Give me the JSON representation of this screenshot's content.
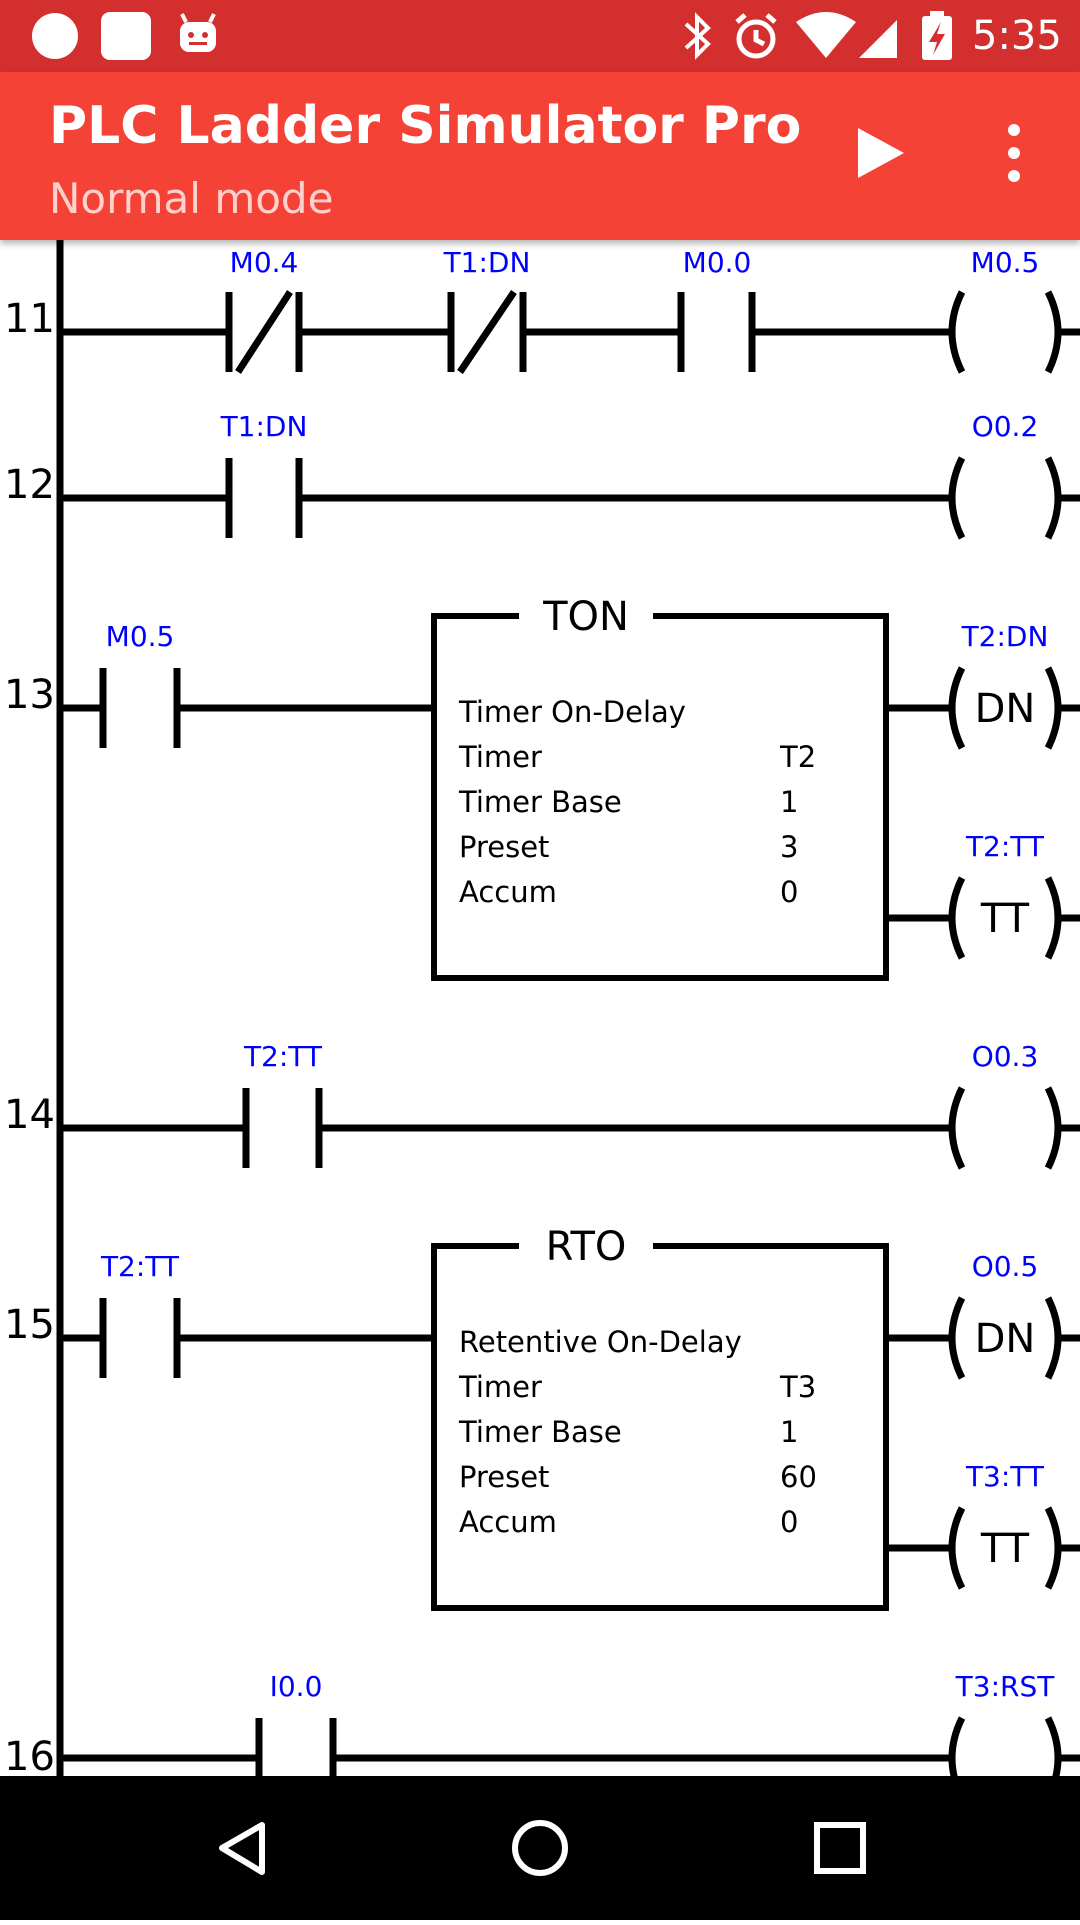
{
  "status_bar": {
    "time": "5:35",
    "left_icons": [
      "circle-notification-icon",
      "square-notification-icon",
      "android-debug-icon"
    ],
    "right_icons": [
      "bluetooth-icon",
      "alarm-icon",
      "wifi-icon",
      "cell-signal-icon",
      "battery-charging-icon"
    ]
  },
  "app_bar": {
    "title": "PLC Ladder Simulator Pro",
    "subtitle": "Normal mode",
    "actions": [
      "play-icon",
      "overflow-menu-icon"
    ]
  },
  "colors": {
    "status_bar": "#d32f2f",
    "app_bar": "#f44336",
    "tag_label": "#0000ff",
    "ladder_ink": "#000000",
    "nav_bar": "#000000"
  },
  "rungs": [
    {
      "number": "11",
      "contacts": [
        {
          "tag": "M0.4",
          "type": "normally-closed"
        },
        {
          "tag": "T1:DN",
          "type": "normally-closed"
        },
        {
          "tag": "M0.0",
          "type": "normally-open"
        }
      ],
      "coils": [
        {
          "tag": "M0.5",
          "text": ""
        }
      ]
    },
    {
      "number": "12",
      "contacts": [
        {
          "tag": "T1:DN",
          "type": "normally-open"
        }
      ],
      "coils": [
        {
          "tag": "O0.2",
          "text": ""
        }
      ]
    },
    {
      "number": "13",
      "contacts": [
        {
          "tag": "M0.5",
          "type": "normally-open"
        }
      ],
      "block": {
        "title": "TON",
        "description": "Timer On-Delay",
        "rows": [
          {
            "label": "Timer",
            "value": "T2"
          },
          {
            "label": "Timer Base",
            "value": "1"
          },
          {
            "label": "Preset",
            "value": "3"
          },
          {
            "label": "Accum",
            "value": "0"
          }
        ]
      },
      "coils": [
        {
          "tag": "T2:DN",
          "text": "DN"
        },
        {
          "tag": "T2:TT",
          "text": "TT"
        }
      ]
    },
    {
      "number": "14",
      "contacts": [
        {
          "tag": "T2:TT",
          "type": "normally-open"
        }
      ],
      "coils": [
        {
          "tag": "O0.3",
          "text": ""
        }
      ]
    },
    {
      "number": "15",
      "contacts": [
        {
          "tag": "T2:TT",
          "type": "normally-open"
        }
      ],
      "block": {
        "title": "RTO",
        "description": "Retentive On-Delay",
        "rows": [
          {
            "label": "Timer",
            "value": "T3"
          },
          {
            "label": "Timer Base",
            "value": "1"
          },
          {
            "label": "Preset",
            "value": "60"
          },
          {
            "label": "Accum",
            "value": "0"
          }
        ]
      },
      "coils": [
        {
          "tag": "O0.5",
          "text": "DN"
        },
        {
          "tag": "T3:TT",
          "text": "TT"
        }
      ]
    },
    {
      "number": "16",
      "contacts": [
        {
          "tag": "I0.0",
          "type": "normally-open"
        }
      ],
      "coils": [
        {
          "tag": "T3:RST",
          "text": ""
        }
      ]
    }
  ],
  "nav_bar": {
    "buttons": [
      "back-icon",
      "home-icon",
      "recents-icon"
    ]
  }
}
